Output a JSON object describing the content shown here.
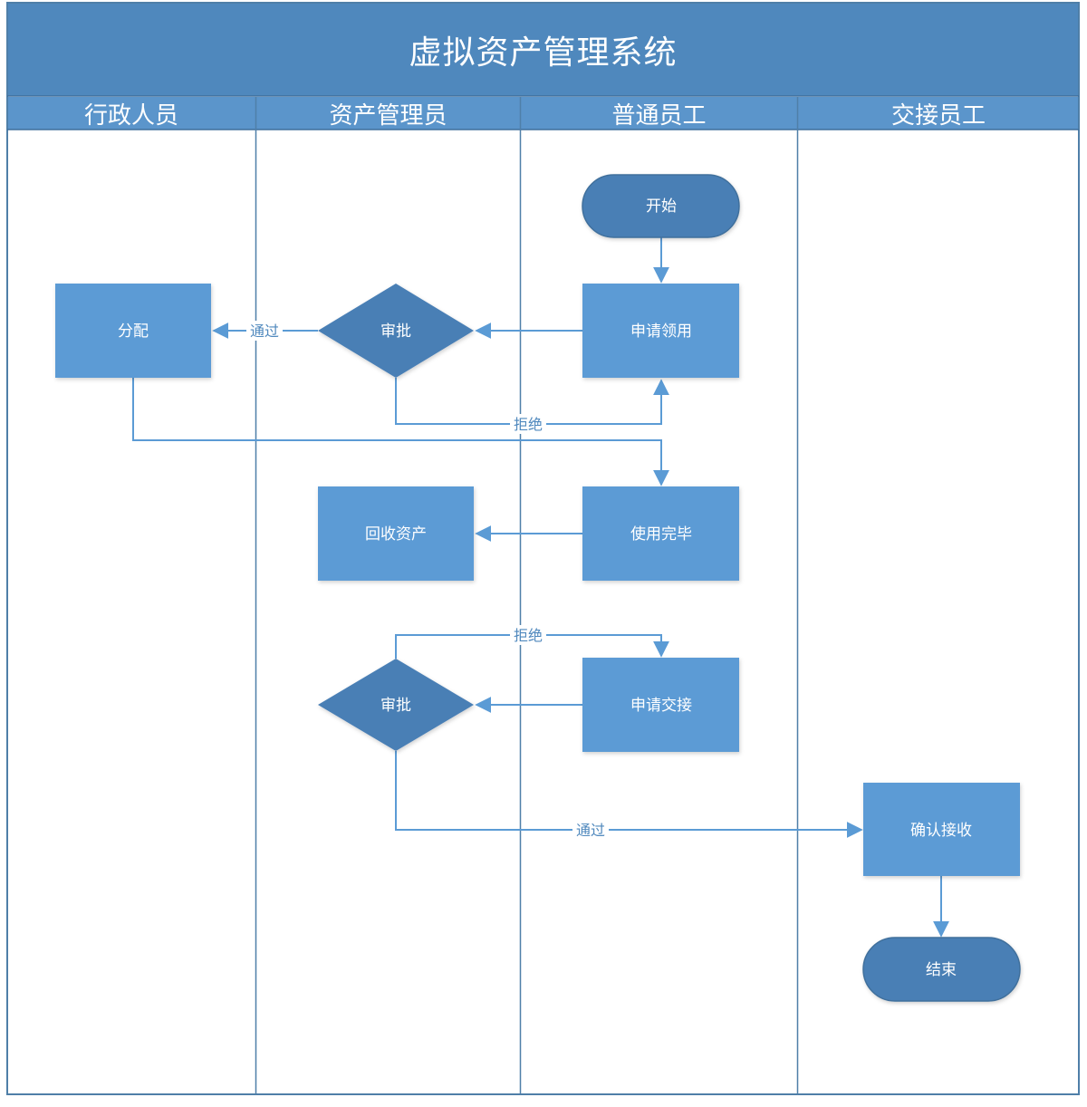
{
  "title": "虚拟资产管理系统",
  "lanes": [
    "行政人员",
    "资产管理员",
    "普通员工",
    "交接员工"
  ],
  "nodes": {
    "start": "开始",
    "apply_use": "申请领用",
    "approve_1": "审批",
    "allocate": "分配",
    "use_done": "使用完毕",
    "recycle": "回收资产",
    "apply_handover": "申请交接",
    "approve_2": "审批",
    "confirm": "确认接收",
    "end": "结束"
  },
  "edges": {
    "pass_1": "通过",
    "reject_1": "拒绝",
    "reject_2": "拒绝",
    "pass_2": "通过"
  },
  "colors": {
    "header": "#4f88bd",
    "lane_header": "#5b95cb",
    "process": "#5b9bd5",
    "terminal": "#4a7fb5",
    "decision": "#4a7fb5",
    "line": "#5b9bd5",
    "border": "#4f7fa8"
  }
}
